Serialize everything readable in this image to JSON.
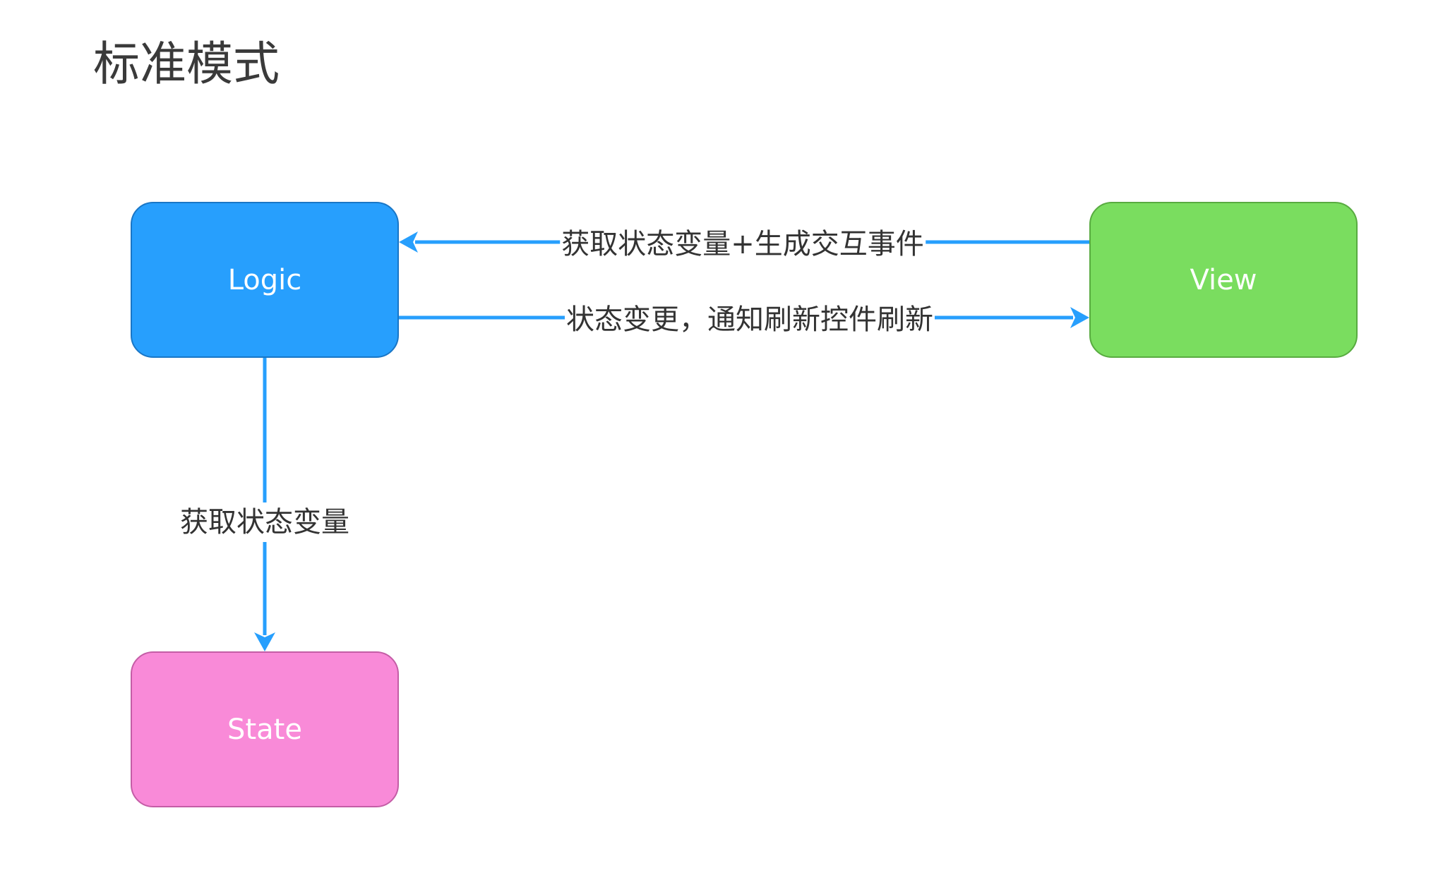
{
  "title": "标准模式",
  "nodes": {
    "logic": {
      "label": "Logic"
    },
    "view": {
      "label": "View"
    },
    "state": {
      "label": "State"
    }
  },
  "edges": {
    "view_to_logic": {
      "label": "获取状态变量+生成交互事件"
    },
    "logic_to_view": {
      "label": "状态变更，通知刷新控件刷新"
    },
    "logic_to_state": {
      "label": "获取状态变量"
    }
  },
  "colors": {
    "logic": "#279ffd",
    "view": "#7add5f",
    "state": "#f98ad8",
    "arrow": "#279ffd"
  }
}
